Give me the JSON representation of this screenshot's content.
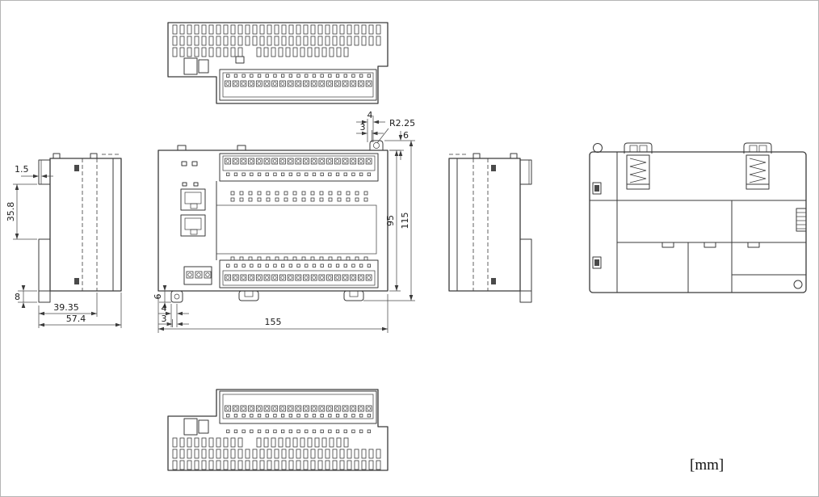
{
  "units_label": "[mm]",
  "front": {
    "width": "155",
    "body_height": "95",
    "overall_height": "115",
    "ear_offset_a": "4",
    "ear_offset_b": "3",
    "ear_hole_radius": "R2.25",
    "ear_height": "6",
    "hook_height": "6",
    "hook_offset_a": "4",
    "hook_offset_b": "3"
  },
  "side": {
    "front_lip": "1.5",
    "din_window": "35.8",
    "bottom_step": "8",
    "body_depth": "39.35",
    "overall_depth": "57.4"
  }
}
